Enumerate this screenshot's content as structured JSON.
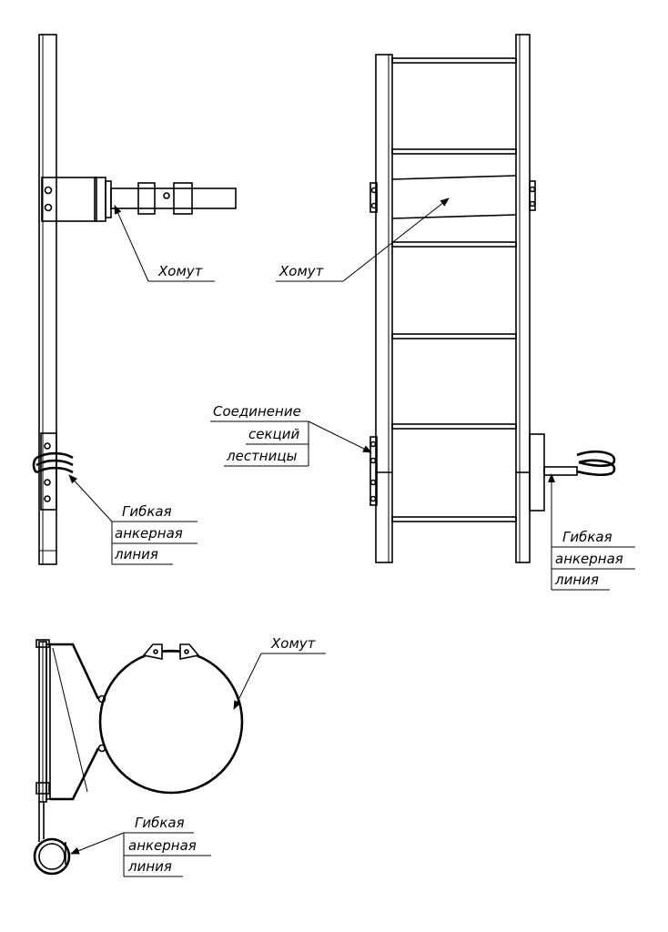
{
  "labels": {
    "side_clamp": "Хомут",
    "front_clamp": "Хомут",
    "plan_clamp": "Хомут",
    "joint_line1": "Соединение",
    "joint_line2": "секций",
    "joint_line3": "лестницы",
    "side_anchor_line1": "Гибкая",
    "side_anchor_line2": "анкерная",
    "side_anchor_line3": "линия",
    "front_anchor_line1": "Гибкая",
    "front_anchor_line2": "анкерная",
    "front_anchor_line3": "линия",
    "plan_anchor_line1": "Гибкая",
    "plan_anchor_line2": "анкерная",
    "plan_anchor_line3": "линия"
  },
  "colors": {
    "line": "#000000",
    "background": "#ffffff"
  }
}
